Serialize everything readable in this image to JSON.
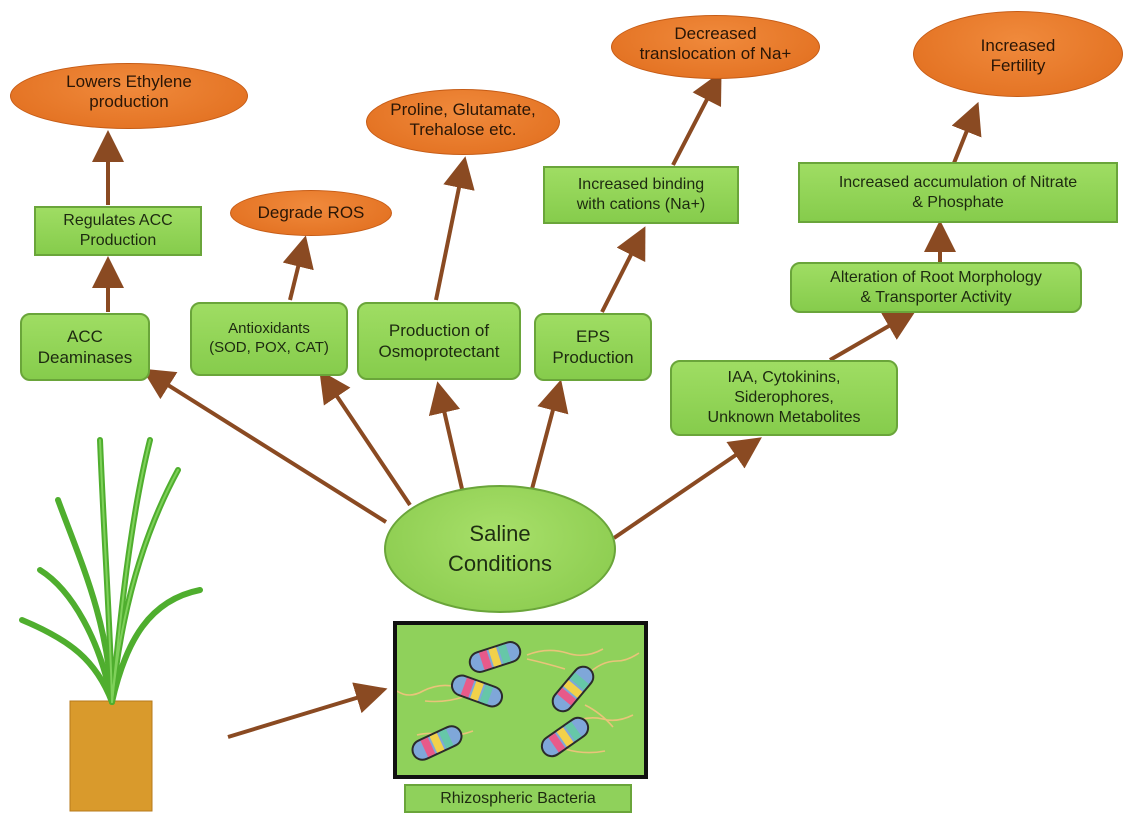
{
  "nodes": {
    "lowers_ethylene": "Lowers Ethylene\nproduction",
    "regulates_acc": "Regulates ACC\nProduction",
    "acc_deaminases": "ACC\nDeaminases",
    "degrade_ros": "Degrade ROS",
    "antioxidants": "Antioxidants\n(SOD, POX, CAT)",
    "proline": "Proline, Glutamate,\nTrehalose etc.",
    "osmoprotectant": "Production of\nOsmoprotectant",
    "decreased_translocation": "Decreased\ntranslocation of Na+",
    "binding_cations": "Increased binding\nwith cations (Na+)",
    "eps": "EPS\nProduction",
    "increased_fertility": "Increased\nFertility",
    "nitrate_phosphate": "Increased accumulation of Nitrate\n& Phosphate",
    "root_morphology": "Alteration of Root Morphology\n& Transporter Activity",
    "iaa": "IAA, Cytokinins,\nSiderophores,\nUnknown Metabolites",
    "saline": "Saline\nConditions",
    "rhizospheric": "Rhizospheric Bacteria"
  },
  "colors": {
    "box_fill": "#8fd15b",
    "oval_fill": "#e87a2c",
    "arrow": "#8a4a22"
  }
}
